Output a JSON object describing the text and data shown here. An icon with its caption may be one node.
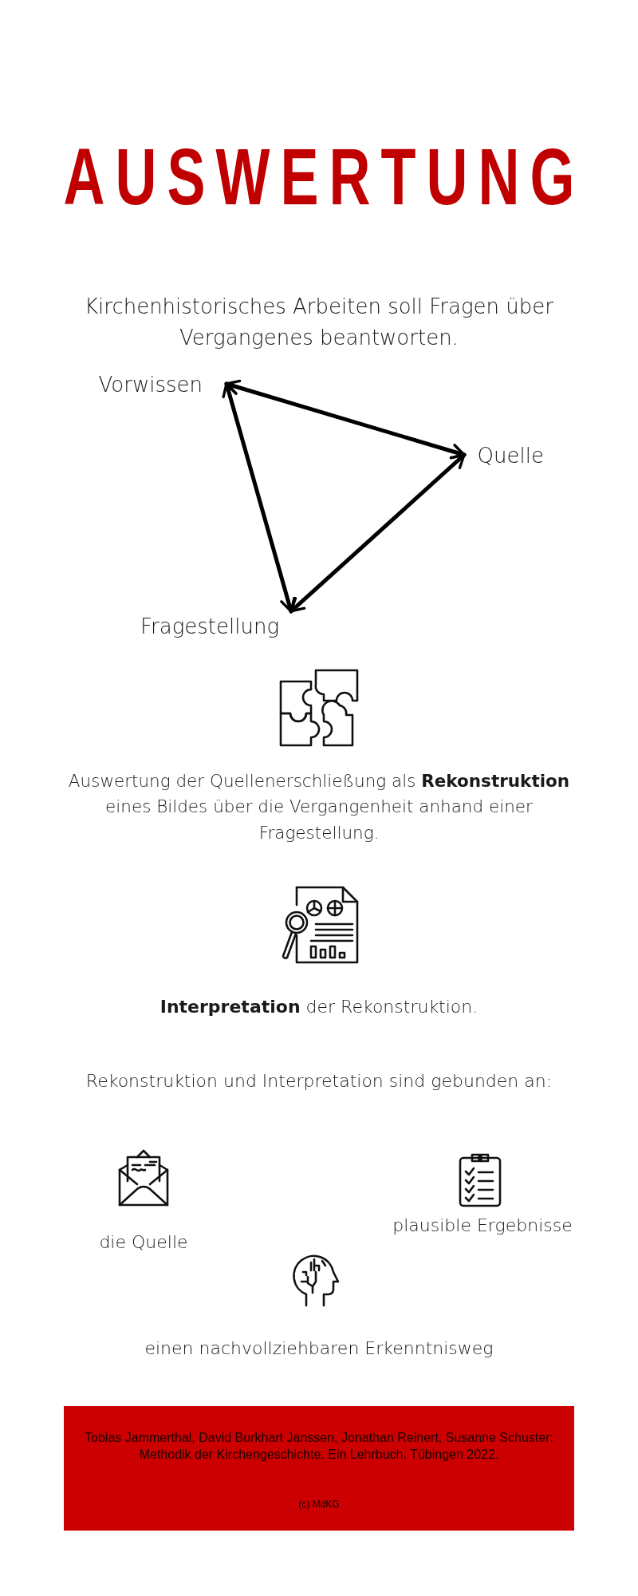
{
  "diagram": {
    "title": "AUSWERTUNG",
    "nodes": [
      {
        "text": [
          "Vorwissen"
        ]
      },
      {
        "text": [
          "Quelle"
        ]
      },
      {
        "text": [
          "Fragestellung"
        ]
      },
      {
        "text": [
          "Tobias Jammerthal, David Burkhart Janssen, Jonathan Reinert, Susanne Schuster: Methodik der Kirchengeschichte. Ein Lehrbuch. Tübingen 2022.",
          "(c) MdKG"
        ]
      }
    ],
    "edges": [
      {
        "from": 0,
        "to": 1,
        "arrow": "both"
      },
      {
        "from": 1,
        "to": 2,
        "arrow": "both"
      },
      {
        "from": 0,
        "to": 2,
        "arrow": "both"
      }
    ],
    "labels": [
      "Kirchenhistorisches Arbeiten soll Fragen über Vergangenes beantworten.",
      "Auswertung der Quellenerschließung als **Rekonstruktion** eines Bildes über die Vergangenheit anhand einer Fragestellung.",
      "**Interpretation** der Rekonstruktion.",
      "Rekonstruktion und Interpretation sind gebunden an:",
      "die Quelle",
      "plausible Ergebnisse",
      "einen nachvollziehbaren Erkenntnisweg"
    ]
  }
}
